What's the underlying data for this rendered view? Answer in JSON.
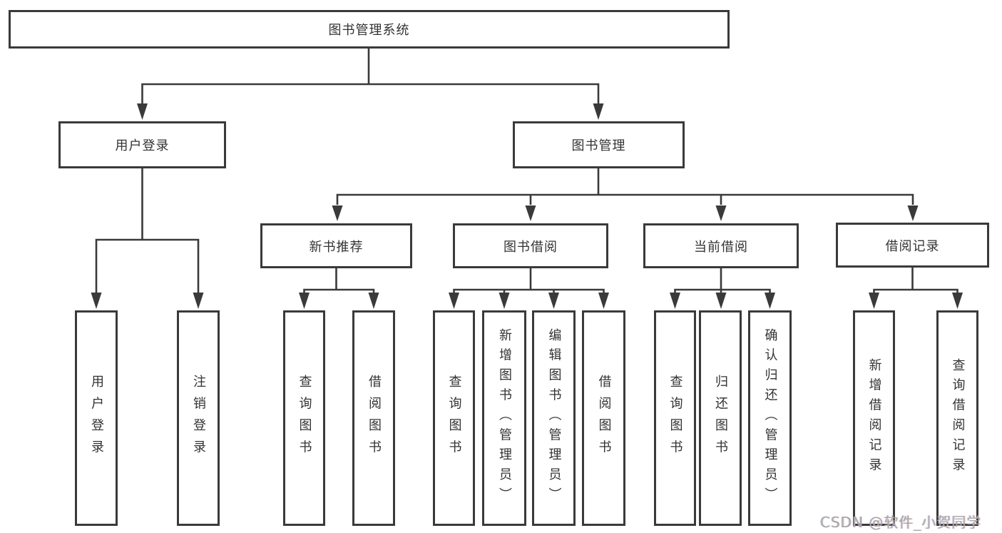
{
  "diagram": {
    "title": "图书管理系统",
    "tree": {
      "root": "图书管理系统",
      "branches": [
        {
          "label": "用户登录",
          "children": [
            "用户登录",
            "注销登录"
          ]
        },
        {
          "label": "图书管理",
          "sections": [
            {
              "label": "新书推荐",
              "children": [
                "查询图书",
                "借阅图书"
              ]
            },
            {
              "label": "图书借阅",
              "children": [
                "查询图书",
                "新增图书（管理员）",
                "编辑图书（管理员）",
                "借阅图书"
              ]
            },
            {
              "label": "当前借阅",
              "children": [
                "查询图书",
                "归还图书",
                "确认归还（管理员）"
              ]
            },
            {
              "label": "借阅记录",
              "children": [
                "新增借阅记录",
                "查询借阅记录"
              ]
            }
          ]
        }
      ]
    },
    "colors": {
      "line": "#3a3a3a",
      "box_border": "#3a3a3a",
      "box_fill": "#ffffff",
      "text": "#333333"
    }
  },
  "watermark": {
    "text": "CSDN @软件_小贺同学",
    "color": "#a9a9a9"
  }
}
